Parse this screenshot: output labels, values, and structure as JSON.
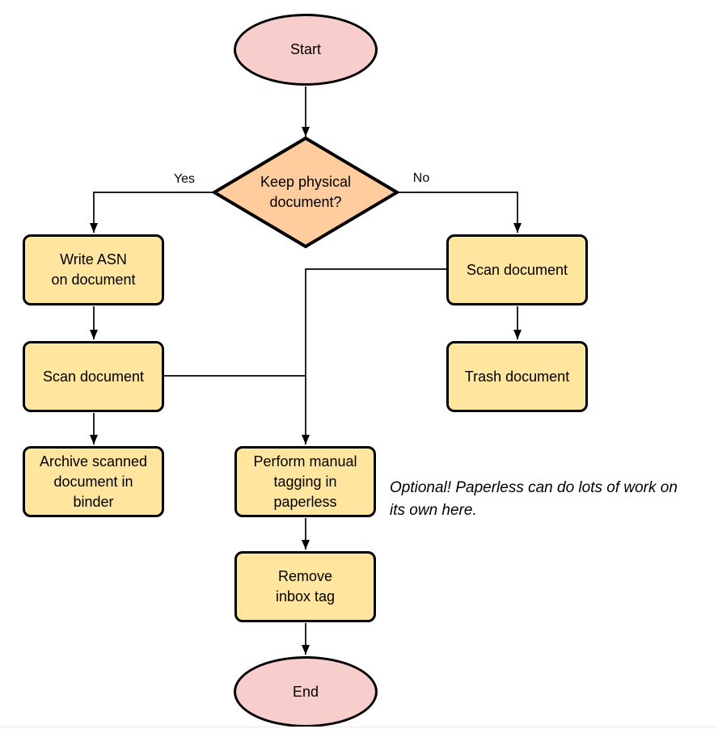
{
  "diagram": {
    "type": "flowchart",
    "nodes": {
      "start": {
        "label": "Start",
        "shape": "terminator"
      },
      "decision": {
        "label": "Keep physical\ndocument?",
        "shape": "decision"
      },
      "write_asn": {
        "label": "Write ASN\non document",
        "shape": "process"
      },
      "scan_left": {
        "label": "Scan document",
        "shape": "process"
      },
      "archive": {
        "label": "Archive scanned\ndocument in\nbinder",
        "shape": "process"
      },
      "scan_right": {
        "label": "Scan document",
        "shape": "process"
      },
      "trash": {
        "label": "Trash document",
        "shape": "process"
      },
      "tagging": {
        "label": "Perform manual\ntagging in\npaperless",
        "shape": "process"
      },
      "remove_inbox": {
        "label": "Remove\ninbox tag",
        "shape": "process"
      },
      "end": {
        "label": "End",
        "shape": "terminator"
      }
    },
    "edge_labels": {
      "yes": "Yes",
      "no": "No"
    },
    "edges": [
      "start -> decision",
      "decision -> write_asn (Yes)",
      "decision -> scan_right (No)",
      "write_asn -> scan_left",
      "scan_left -> archive",
      "scan_right -> trash",
      "scan_right -> tagging",
      "scan_left -> tagging",
      "tagging -> remove_inbox",
      "remove_inbox -> end"
    ],
    "annotation": "Optional! Paperless can do lots of work on\nits own here.",
    "colors": {
      "terminator-fill": "#f8cecc",
      "process-fill": "#ffe59e",
      "decision-fill": "#ffcc9e",
      "stroke": "#000000"
    }
  }
}
